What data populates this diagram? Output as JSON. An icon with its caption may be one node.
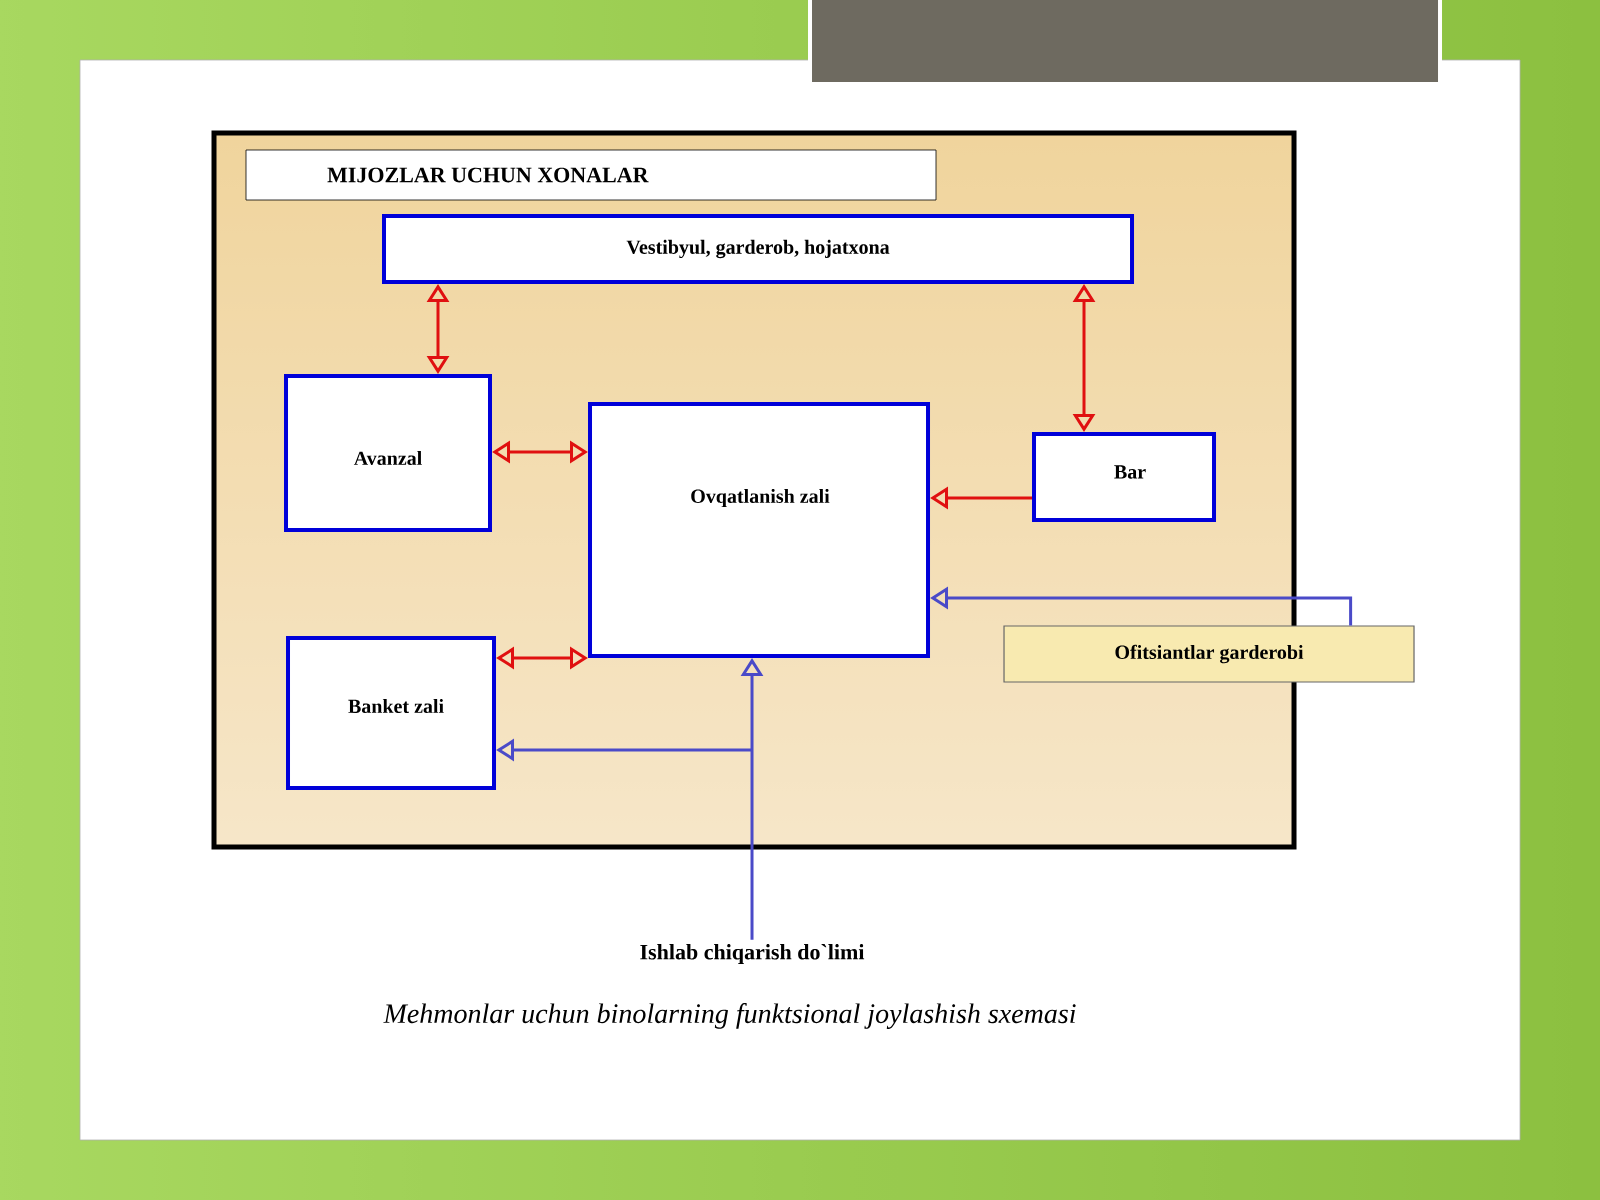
{
  "diagram": {
    "caption": "Mehmonlar uchun binolarning funktsional joylashish sxemasi",
    "nodes": [
      {
        "text": [
          "MIJOZLAR UCHUN XONALAR"
        ]
      },
      {
        "text": [
          "Vestibyul, garderob, hojatxona"
        ],
        "in": 0
      },
      {
        "text": [
          "Avanzal"
        ],
        "in": 0
      },
      {
        "text": [
          "Ovqatlanish zali"
        ],
        "in": 0
      },
      {
        "text": [
          "Bar"
        ],
        "in": 0
      },
      {
        "text": [
          "Banket zali"
        ],
        "in": 0
      },
      {
        "text": [
          "Ofitsiantlar garderobi"
        ]
      },
      {
        "text": [
          "Ishlab chiqarish do`limi"
        ]
      }
    ],
    "edges": [
      {
        "from": 1,
        "to": 2,
        "arrow": "both"
      },
      {
        "from": 1,
        "to": 4,
        "arrow": "both"
      },
      {
        "from": 2,
        "to": 3,
        "arrow": "both"
      },
      {
        "from": 4,
        "to": 3,
        "arrow": "to"
      },
      {
        "from": 5,
        "to": 3,
        "arrow": "both"
      },
      {
        "from": 6,
        "to": 3,
        "arrow": "to",
        "color": "#4a4ac8"
      },
      {
        "from": 7,
        "to": 3,
        "arrow": "to",
        "color": "#4a4ac8"
      },
      {
        "from": 7,
        "to": 5,
        "arrow": "to",
        "color": "#4a4ac8"
      }
    ]
  }
}
